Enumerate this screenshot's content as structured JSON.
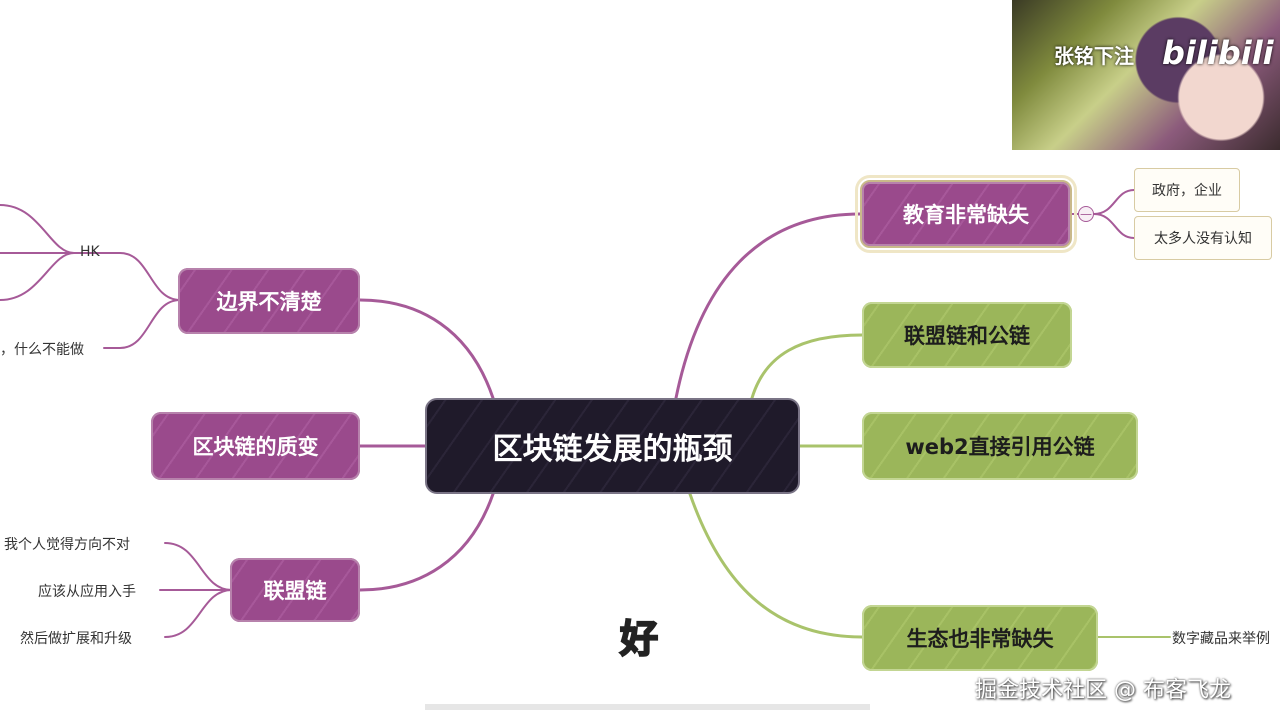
{
  "center": {
    "label": "区块链发展的瓶颈"
  },
  "left_nodes": {
    "boundary": {
      "label": "边界不清楚",
      "leaves": [
        "HK",
        "，什么不能做"
      ]
    },
    "quality": {
      "label": "区块链的质变"
    },
    "consortium": {
      "label": "联盟链",
      "leaves": [
        "我个人觉得方向不对",
        "应该从应用入手",
        "然后做扩展和升级"
      ]
    }
  },
  "right_nodes": {
    "education": {
      "label": "教育非常缺失",
      "collapse_symbol": "—",
      "leaves": [
        "政府，企业",
        "太多人没有认知"
      ]
    },
    "consortium_public": {
      "label": "联盟链和公链"
    },
    "web2": {
      "label": "web2直接引用公链"
    },
    "ecosystem": {
      "label": "生态也非常缺失",
      "leaves": [
        "数字藏品来举例"
      ]
    }
  },
  "overlay": {
    "subtitle": "好",
    "watermark": "掘金技术社区 @ 布客飞龙",
    "thumbnail_text_1": "张铭下注",
    "thumbnail_text_2": "bilibili"
  },
  "colors": {
    "purple": "#9a4a8c",
    "green": "#9bb65a",
    "center": "#1f1a2a",
    "purple_line": "#a65a98",
    "green_line": "#a9c36b"
  }
}
